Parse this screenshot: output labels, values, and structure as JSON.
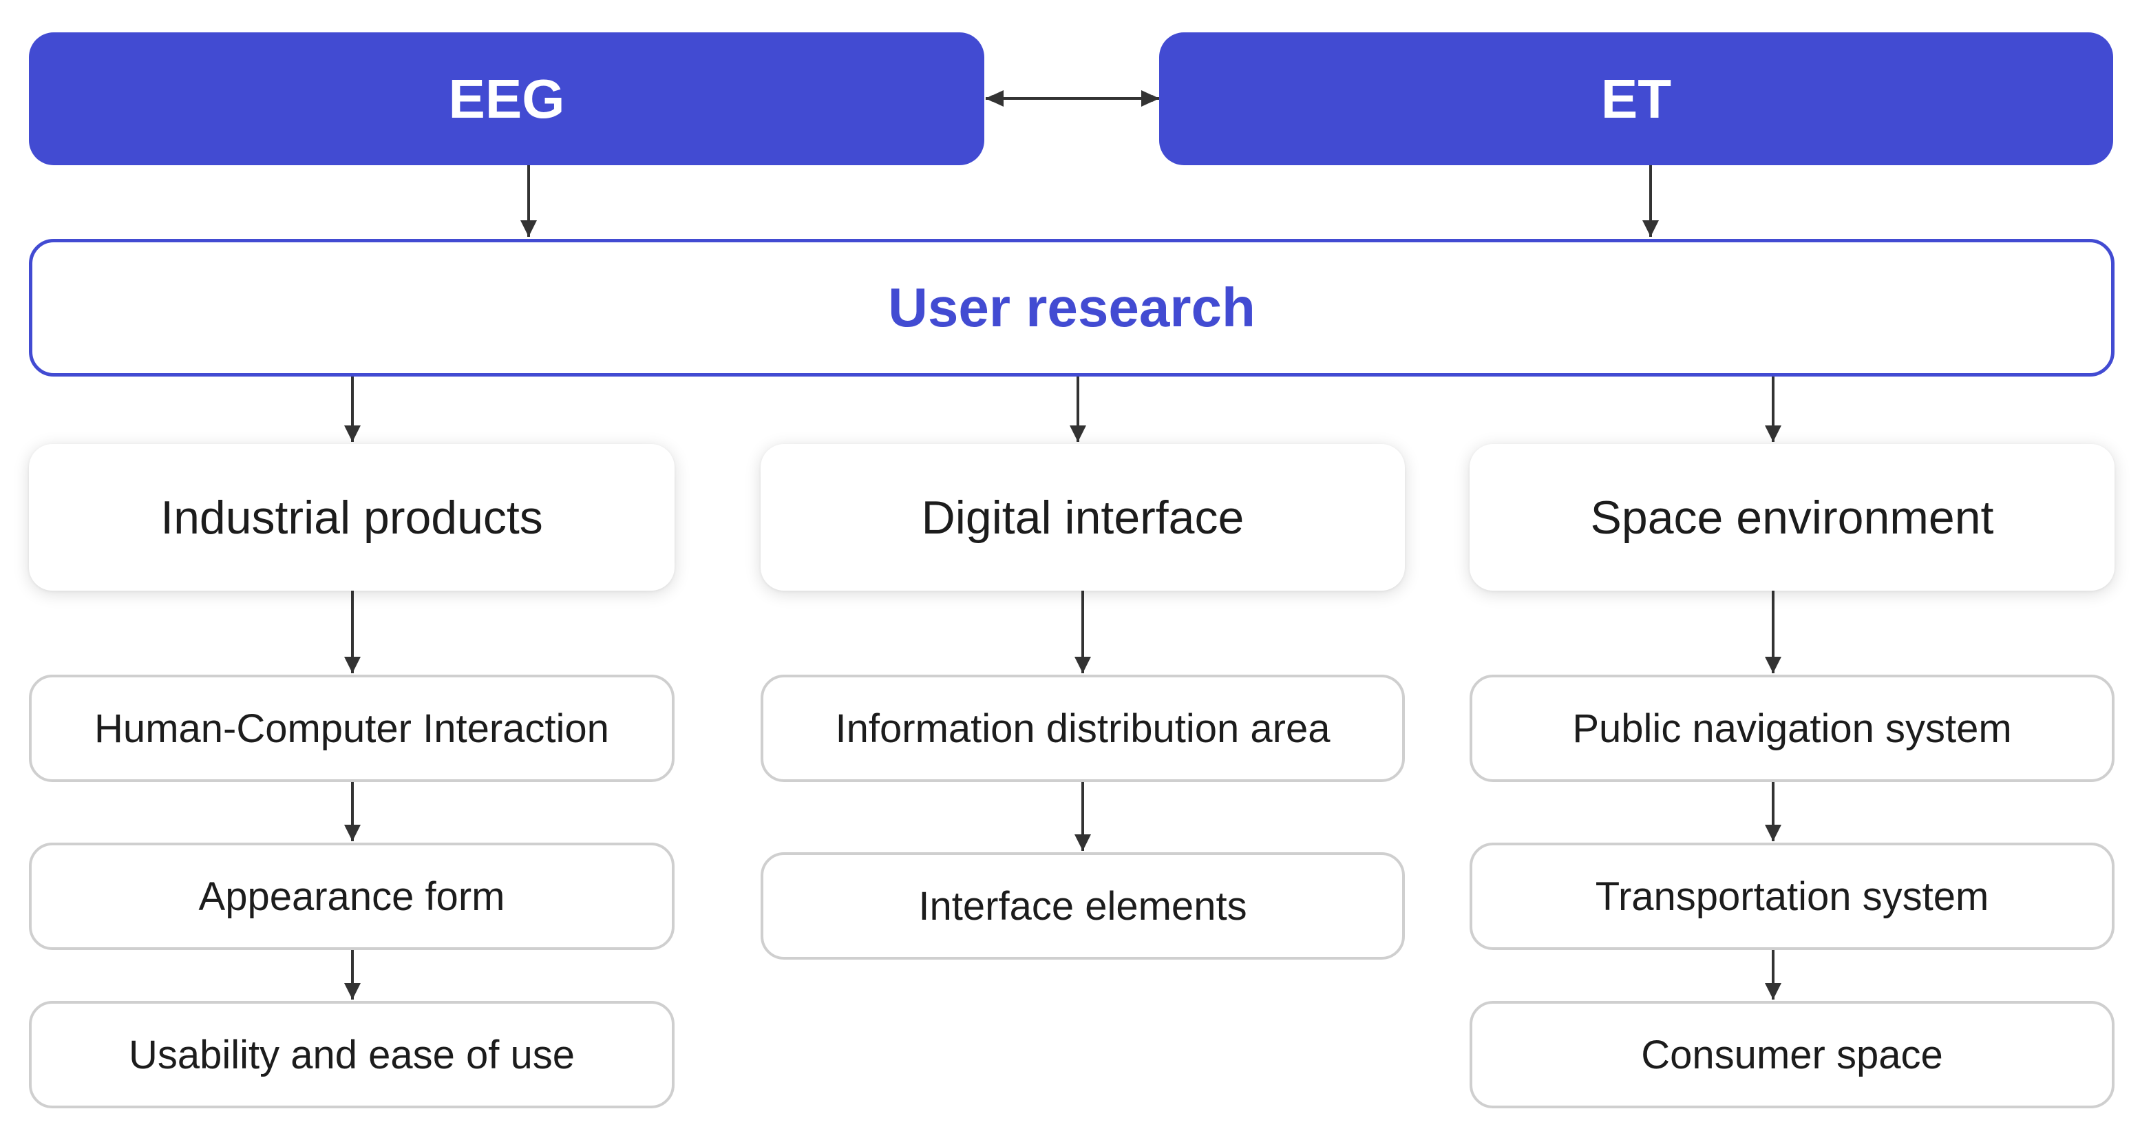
{
  "top_nodes": {
    "eeg": "EEG",
    "et": "ET"
  },
  "hub": "User research",
  "categories": [
    {
      "label": "Industrial products",
      "items": [
        "Human-Computer Interaction",
        "Appearance form",
        "Usability and ease of use"
      ]
    },
    {
      "label": "Digital interface",
      "items": [
        "Information distribution area",
        "Interface elements"
      ]
    },
    {
      "label": "Space environment",
      "items": [
        "Public navigation system",
        "Transportation system",
        "Consumer space"
      ]
    }
  ],
  "colors": {
    "accent": "#424bd2",
    "text": "#1c1c1c",
    "border": "#cfcfcf",
    "arrow": "#333333"
  }
}
